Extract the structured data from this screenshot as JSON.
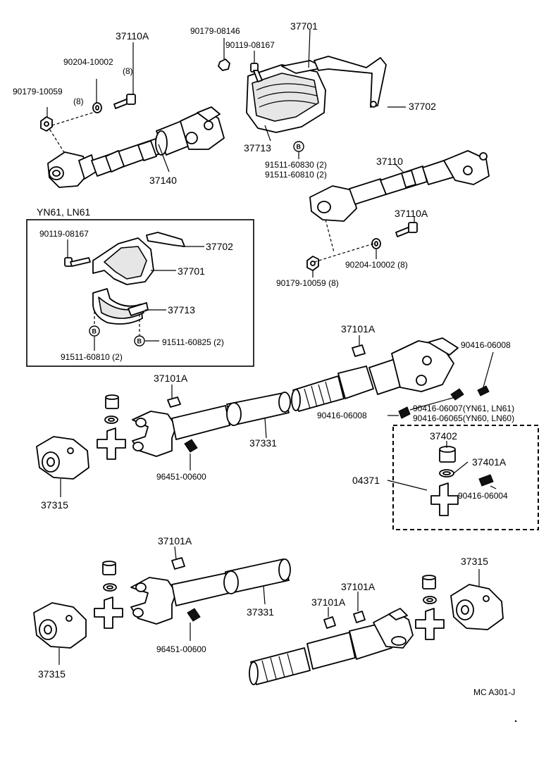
{
  "labels": {
    "p37110A_top": "37110A",
    "p90204_top": "90204-10002",
    "p90204_top_qty": "(8)",
    "p90179_top": "90179-10059",
    "p90179_top_qty": "(8)",
    "p37140": "37140",
    "p90179_08146": "90179-08146",
    "p37701_top": "37701",
    "p90119_top": "90119-08167",
    "p37702_top": "37702",
    "p37713_top": "37713",
    "p91511_60830": "91511-60830 (2)",
    "p91511_60810_top": "91511-60810 (2)",
    "p37110": "37110",
    "p37110A_mid": "37110A",
    "p90204_mid": "90204-10002 (8)",
    "p90179_mid": "90179-10059 (8)",
    "inset_title": "YN61, LN61",
    "inset_90119": "90119-08167",
    "inset_37702": "37702",
    "inset_37701": "37701",
    "inset_37713": "37713",
    "inset_91511_60825": "91511-60825 (2)",
    "inset_91511_60810": "91511-60810 (2)",
    "p37101A_a": "37101A",
    "p90416_06008_a": "90416-06008",
    "p37101A_b": "37101A",
    "p90416_06008_b": "90416-06008",
    "p90416_06007": "90416-06007(YN61, LN61)",
    "p90416_06065": "90416-06065(YN60, LN60)",
    "p37331_a": "37331",
    "p37402": "37402",
    "p37401A": "37401A",
    "p04371": "04371",
    "p90416_06004": "90416-06004",
    "p96451_a": "96451-00600",
    "p37315_a": "37315",
    "p37101A_c": "37101A",
    "p37315_b": "37315",
    "p37101A_d": "37101A",
    "p37101A_e": "37101A",
    "p37331_b": "37331",
    "p96451_b": "96451-00600",
    "p37315_c": "37315",
    "footer_code": "MC A301-J"
  },
  "badge_letter": "B"
}
